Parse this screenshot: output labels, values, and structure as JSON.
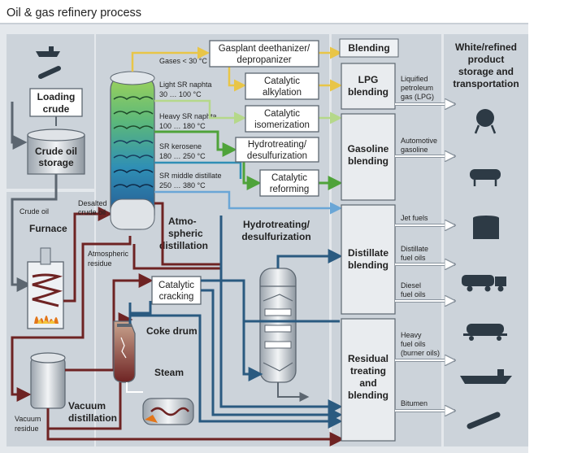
{
  "title": "Oil & gas refinery process",
  "left": {
    "loading_crude": [
      "Loading",
      "crude"
    ],
    "crude_oil_storage": [
      "Crude oil",
      "storage"
    ],
    "crude_oil": "Crude oil",
    "furnace": "Furnace",
    "desalted_crude_oil": [
      "Desalted",
      "crude oil"
    ],
    "atmospheric_residue": [
      "Atmospheric",
      "residue"
    ],
    "vacuum_residue": [
      "Vacuum",
      "residue"
    ],
    "vacuum_distillation": [
      "Vacuum",
      "distillation"
    ]
  },
  "column": {
    "atmospheric_distillation": [
      "Atmo-",
      "spheric",
      "distillation"
    ],
    "gases": "Gases < 30 °C",
    "light_sr_naphta": [
      "Light SR naphta",
      "30 … 100 °C"
    ],
    "heavy_sr_naphta": [
      "Heavy SR naphta",
      "100 … 180 °C"
    ],
    "sr_kerosene": [
      "SR kerosene",
      "180 … 250 °C"
    ],
    "sr_middle_distillate": [
      "SR middle distillate",
      "250 … 380 °C"
    ]
  },
  "units": {
    "gasplant": [
      "Gasplant deethanizer/",
      "depropanizer"
    ],
    "catalytic_alkylation": [
      "Catalytic",
      "alkylation"
    ],
    "catalytic_isomerization": [
      "Catalytic",
      "isomerization"
    ],
    "hydrotreating_box": [
      "Hydrotreating/",
      "desulfurization"
    ],
    "catalytic_reforming": [
      "Catalytic",
      "reforming"
    ],
    "hydrotreating_free": [
      "Hydrotreating/",
      "desulfurization"
    ],
    "catalytic_cracking": [
      "Catalytic",
      "cracking"
    ],
    "coke_drum": "Coke drum",
    "steam": "Steam"
  },
  "blending": {
    "header": "Blending",
    "lpg": [
      "LPG",
      "blending"
    ],
    "gasoline": [
      "Gasoline",
      "blending"
    ],
    "distillate": [
      "Distillate",
      "blending"
    ],
    "residual": [
      "Residual",
      "treating",
      "and",
      "blending"
    ]
  },
  "products": {
    "lpg": [
      "Liquified",
      "petroleum",
      "gas (LPG)"
    ],
    "automotive_gasoline": [
      "Automotive",
      "gasoline"
    ],
    "jet_fuels": "Jet fuels",
    "distillate_fuel_oils": [
      "Distillate",
      "fuel oils"
    ],
    "diesel_fuel_oils": [
      "Diesel",
      "fuel oils"
    ],
    "heavy_fuel_oils": [
      "Heavy",
      "fuel oils",
      "(burner oils)"
    ],
    "bitumen": "Bitumen"
  },
  "storage": {
    "header": [
      "White/refined",
      "product",
      "storage and",
      "transportation"
    ],
    "icons": [
      "sphere-tank-icon",
      "horizontal-tank-icon",
      "storage-tank-icon",
      "tanker-truck-icon",
      "rail-tank-car-icon",
      "tanker-ship-icon",
      "pipeline-icon"
    ]
  },
  "colors": {
    "panel": "#ccd3da",
    "panel_dark": "#b7c0ca",
    "crude_line": "#6e2323",
    "column_line": "#2a5a80",
    "yellow_line": "#e8c547",
    "lightgreen_line": "#b5d88a",
    "green_line": "#4fa33a",
    "lightblue_line": "#6aa6d6",
    "gray_line": "#5c6670"
  }
}
